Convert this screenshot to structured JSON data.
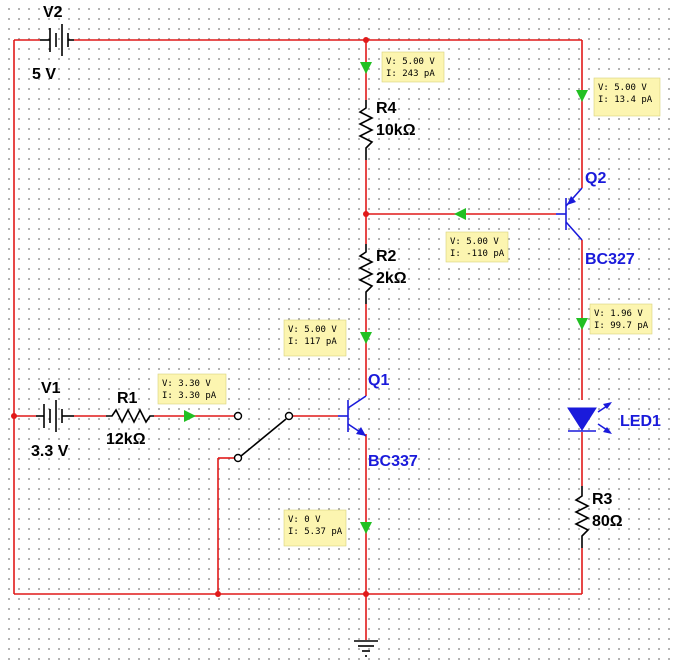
{
  "components": {
    "v2": {
      "name": "V2",
      "value": "5 V"
    },
    "v1": {
      "name": "V1",
      "value": "3.3 V"
    },
    "r1": {
      "name": "R1",
      "value": "12kΩ"
    },
    "r2": {
      "name": "R2",
      "value": "2kΩ"
    },
    "r3": {
      "name": "R3",
      "value": "80Ω"
    },
    "r4": {
      "name": "R4",
      "value": "10kΩ"
    },
    "q1": {
      "name": "Q1",
      "model": "BC337"
    },
    "q2": {
      "name": "Q2",
      "model": "BC327"
    },
    "led1": {
      "name": "LED1"
    }
  },
  "probes": [
    {
      "id": "p-r4-top",
      "v": "V: 5.00 V",
      "i": "I: 243 pA"
    },
    {
      "id": "p-q2-emitter",
      "v": "V: 5.00 V",
      "i": "I: 13.4 pA"
    },
    {
      "id": "p-q2-base",
      "v": "V: 5.00 V",
      "i": "I: -110 pA"
    },
    {
      "id": "p-q2-collector",
      "v": "V: 1.96 V",
      "i": "I: 99.7 pA"
    },
    {
      "id": "p-q1-collector",
      "v": "V: 5.00 V",
      "i": "I: 117 pA"
    },
    {
      "id": "p-r1",
      "v": "V: 3.30 V",
      "i": "I: 3.30 pA"
    },
    {
      "id": "p-q1-emitter",
      "v": "V: 0 V",
      "i": "I: 5.37 pA"
    }
  ],
  "colors": {
    "wire": "#e11a1a",
    "transistor": "#1a1adb",
    "probe_arrow": "#22c022",
    "probe_box": "#fcf5b0"
  }
}
